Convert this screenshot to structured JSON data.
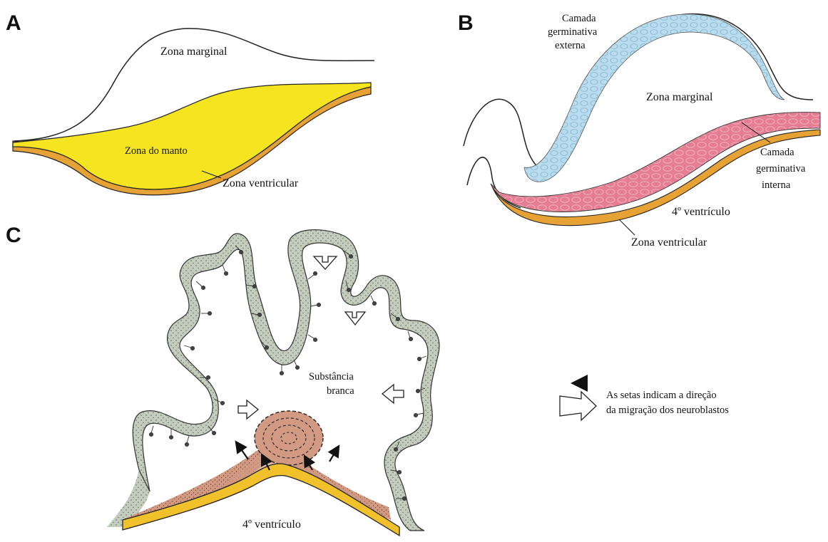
{
  "panels": {
    "a": {
      "letter": "A",
      "zona_marginal": "Zona marginal",
      "zona_do_manto": "Zona do manto",
      "zona_ventricular": "Zona ventricular"
    },
    "b": {
      "letter": "B",
      "camada_externa": [
        "Camada",
        "germinativa",
        "externa"
      ],
      "zona_marginal": "Zona marginal",
      "camada_interna": [
        "Camada",
        "germinativa",
        "interna"
      ],
      "quarto_ventriculo": "4º ventrículo",
      "zona_ventricular": "Zona ventricular"
    },
    "c": {
      "letter": "C",
      "substancia_branca": [
        "Substância",
        "branca"
      ],
      "quarto_ventriculo": "4º ventrículo"
    }
  },
  "legend": {
    "lines": [
      "As setas indicam a direção",
      "da migração dos neuroblastos"
    ]
  },
  "colors": {
    "manto_yellow": "#f5e521",
    "ventricular_orange": "#e6a234",
    "externa_blue": "#b9dcee",
    "interna_pink": "#e57e93",
    "cortex_green": "#c4cdbd",
    "migration_red": "#d39a83",
    "ventricle_yellow": "#f1c12c"
  }
}
